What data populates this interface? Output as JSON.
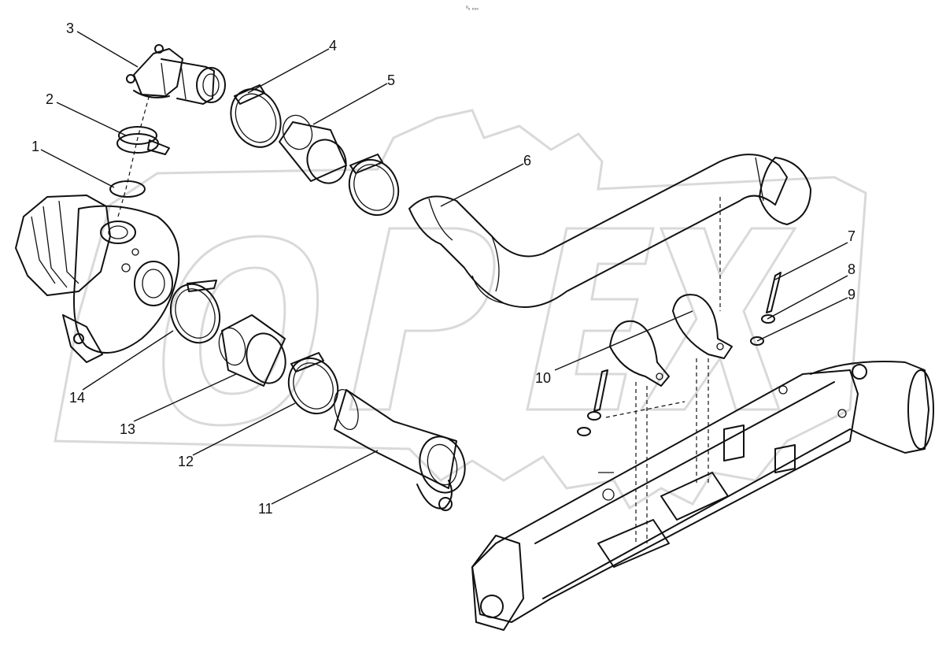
{
  "header": {
    "mark": "ᵒ₀ ₀₀₀"
  },
  "watermark": {
    "text": "OPEX",
    "color": "#d9d9d9"
  },
  "callouts": [
    {
      "id": "1",
      "label": "1"
    },
    {
      "id": "2",
      "label": "2"
    },
    {
      "id": "3",
      "label": "3"
    },
    {
      "id": "4",
      "label": "4"
    },
    {
      "id": "5",
      "label": "5"
    },
    {
      "id": "6",
      "label": "6"
    },
    {
      "id": "7",
      "label": "7"
    },
    {
      "id": "8",
      "label": "8"
    },
    {
      "id": "9",
      "label": "9"
    },
    {
      "id": "10",
      "label": "10"
    },
    {
      "id": "11",
      "label": "11"
    },
    {
      "id": "12",
      "label": "12"
    },
    {
      "id": "13",
      "label": "13"
    },
    {
      "id": "14",
      "label": "14"
    }
  ]
}
